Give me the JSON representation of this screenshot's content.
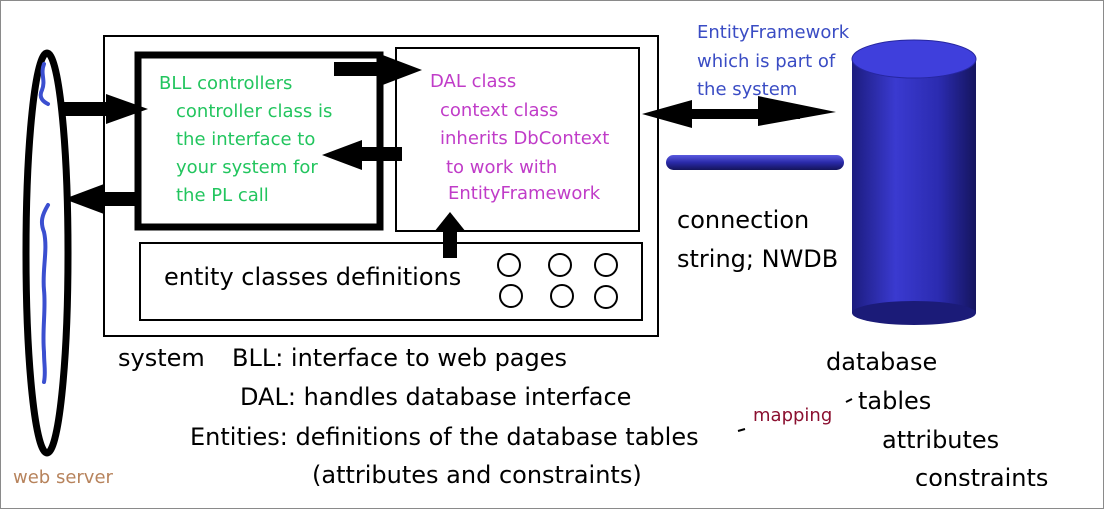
{
  "bll": {
    "title": "BLL controllers",
    "lines": [
      "controller class is",
      "the interface to",
      "your system for",
      "the PL call"
    ]
  },
  "dal": {
    "title": "DAL class",
    "lines": [
      "context class",
      "inherits DbContext",
      "to work with",
      "EntityFramework"
    ]
  },
  "entity_box_label": "entity classes definitions",
  "ef_note": [
    "EntityFramework",
    "which is part of",
    "the system"
  ],
  "connection_label": [
    "connection",
    "string; NWDB"
  ],
  "system_label": "system",
  "notes": [
    "BLL: interface to web pages",
    "DAL: handles database interface",
    "Entities: definitions of the database tables",
    "(attributes and constraints)"
  ],
  "database_list": [
    "database",
    "tables",
    "attributes",
    "constraints"
  ],
  "mapping_label": "mapping",
  "web_server_label": "web server",
  "colors": {
    "bll_text": "#22c55e",
    "dal_text": "#c03cc8",
    "ef_text": "#3a4cc4",
    "cylinder": "#2a2aa8",
    "mapping_text": "#8b1030",
    "web_server_text": "#b7835c",
    "ink": "#000000",
    "pen_blue": "#3b4fd0"
  }
}
